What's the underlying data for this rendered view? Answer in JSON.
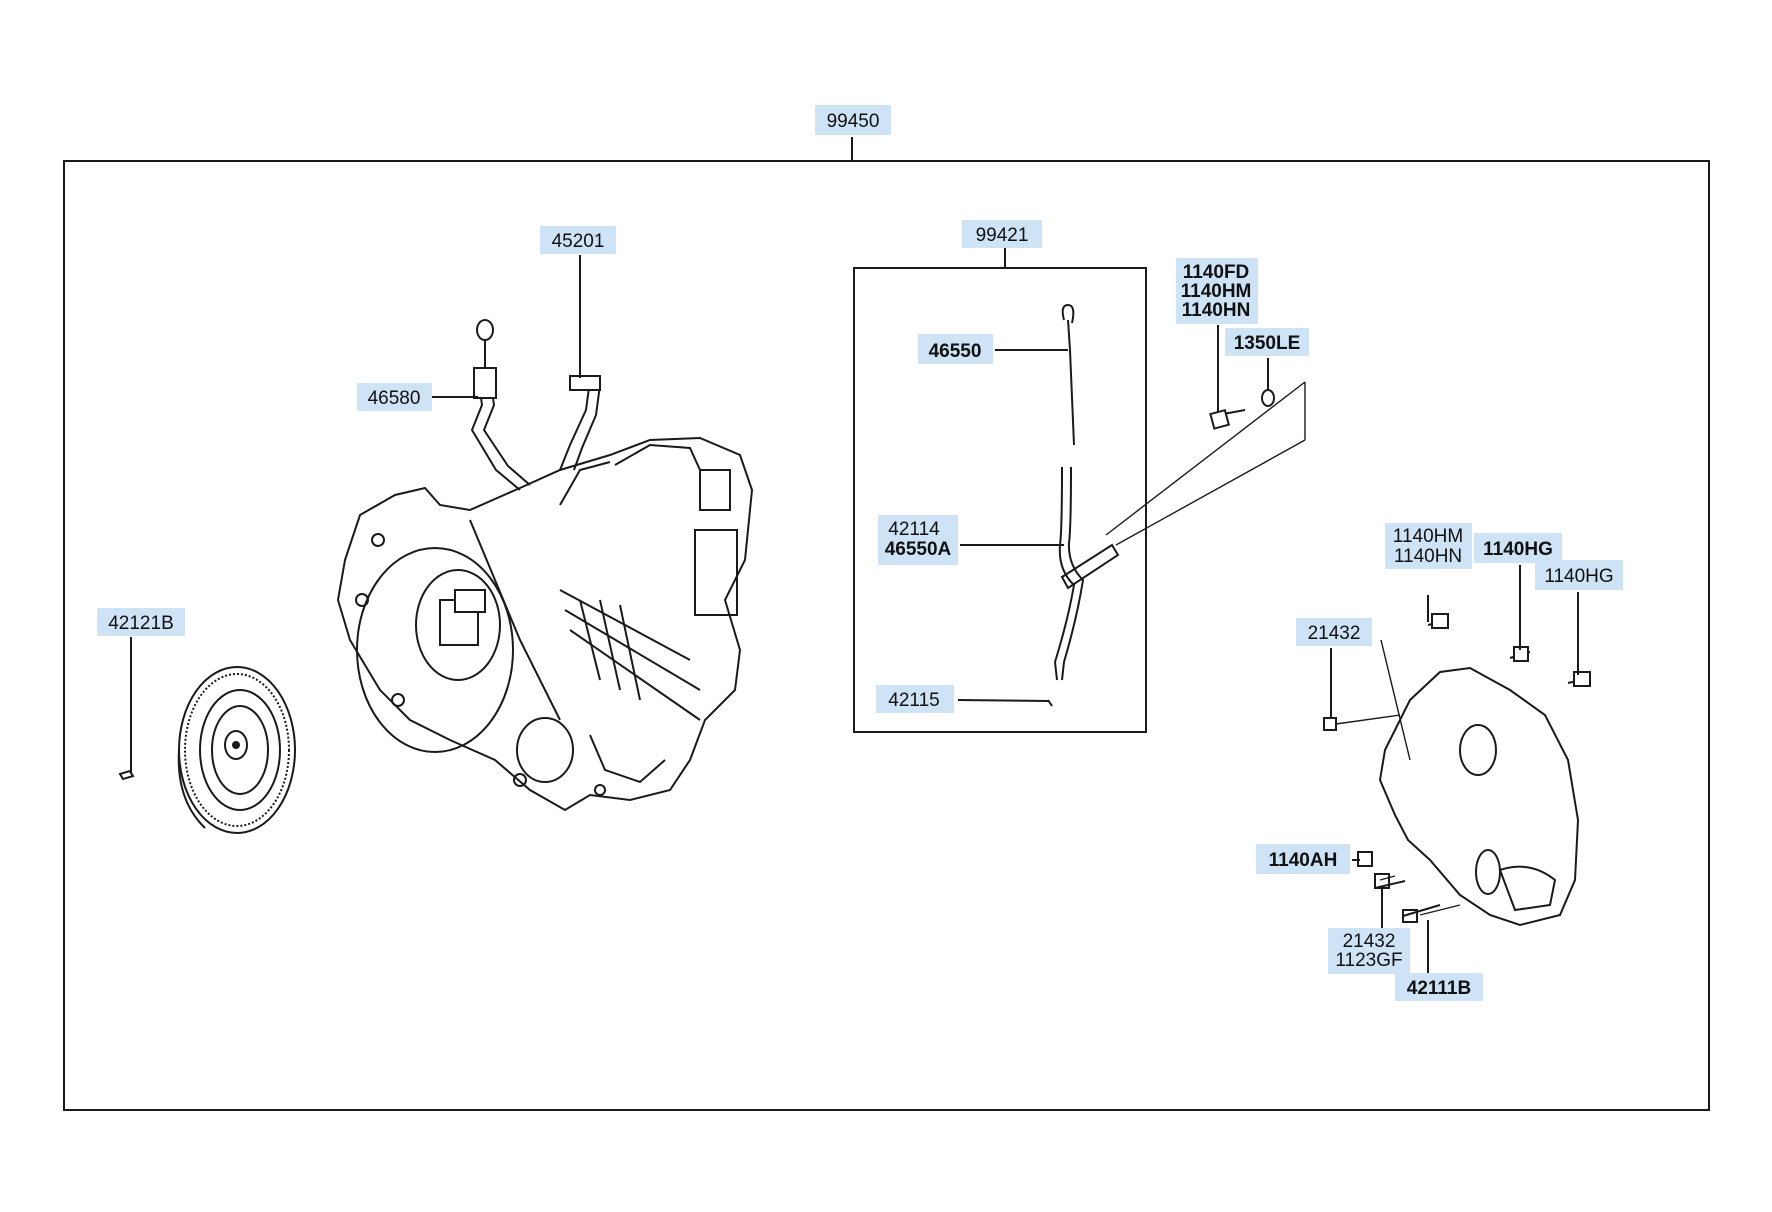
{
  "diagram": {
    "callouts": {
      "assembly": "99450",
      "dipstick_kit": "99421",
      "breather": "45201",
      "filler_tube_upper": "46580",
      "torque_converter": "42121B",
      "level_gauge": "46550",
      "tube_a": "42114",
      "tube_b": "46550A",
      "plug": "42115",
      "bolts_top_a": "1140FD",
      "bolts_top_b": "1140HM",
      "bolts_top_c": "1140HN",
      "washer": "1350LE",
      "cover_bolts_a": "1140HM",
      "cover_bolts_b": "1140HN",
      "cover_bolt_hg1": "1140HG",
      "cover_bolt_hg2": "1140HG",
      "cover_bolt_upper": "21432",
      "cover_bolt_ah": "1140AH",
      "cover_bolt_lower_a": "21432",
      "cover_bolt_lower_b": "1123GF",
      "cover_bolt_42111b": "42111B"
    }
  }
}
